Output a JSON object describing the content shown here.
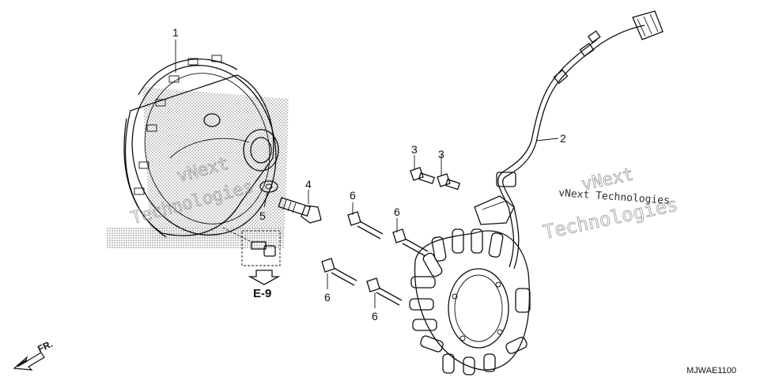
{
  "callouts": {
    "c1": "1",
    "c2": "2",
    "c3a": "3",
    "c3b": "3",
    "c4": "4",
    "c5": "5",
    "c6a": "6",
    "c6b": "6",
    "c6c": "6",
    "c6d": "6"
  },
  "reference": {
    "label": "E-9"
  },
  "direction": {
    "label": "FR."
  },
  "diagram_code": "MJWAE1100",
  "watermarks": {
    "left_line1": "vNext",
    "left_line2": "Technologies",
    "right_small": "vNext Technologies",
    "right_line1": "vNext",
    "right_line2": "Technologies"
  }
}
